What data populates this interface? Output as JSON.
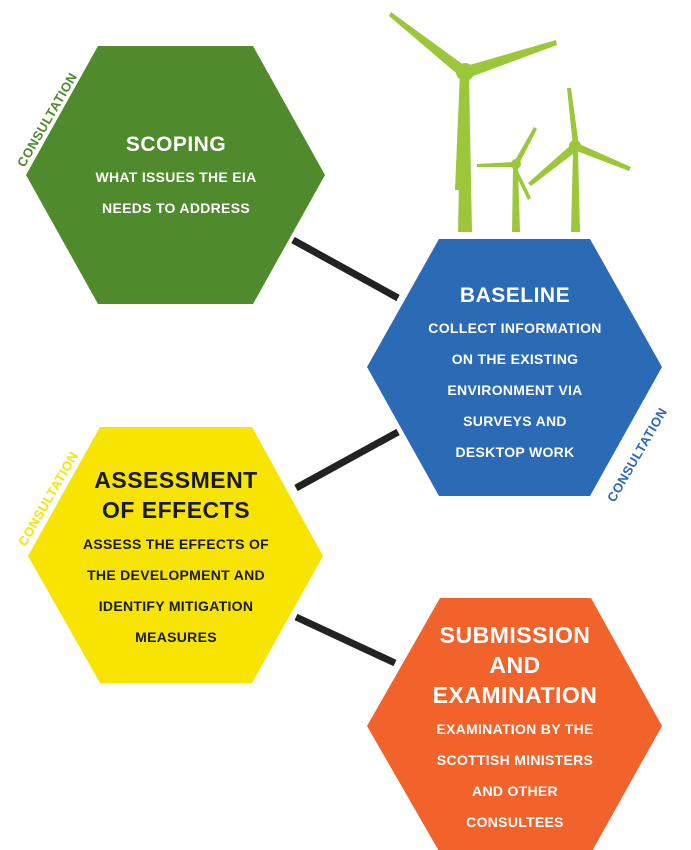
{
  "colors": {
    "scoping": "#4f8a2c",
    "baseline": "#2b6ab4",
    "assessment": "#f7e400",
    "submission": "#f2632b",
    "turbine": "#9cc73b",
    "connector": "#222222",
    "text_light": "#ffffff",
    "text_dark": "#1a1a1a"
  },
  "steps": {
    "scoping": {
      "title": "SCOPING",
      "sub1": "WHAT ISSUES THE EIA",
      "sub2": "NEEDS TO ADDRESS",
      "consultation": "CONSULTATION"
    },
    "baseline": {
      "title": "BASELINE",
      "sub1": "COLLECT INFORMATION",
      "sub2": "ON THE EXISTING",
      "sub3": "ENVIRONMENT VIA",
      "sub4": "SURVEYS AND",
      "sub5": "DESKTOP WORK",
      "consultation": "CONSULTATION"
    },
    "assessment": {
      "title1": "ASSESSMENT",
      "title2": "OF EFFECTS",
      "sub1": "ASSESS THE EFFECTS OF",
      "sub2": "THE DEVELOPMENT AND",
      "sub3": "IDENTIFY MITIGATION",
      "sub4": "MEASURES",
      "consultation": "CONSULTATION"
    },
    "submission": {
      "title1": "SUBMISSION",
      "title2": "AND",
      "title3": "EXAMINATION",
      "sub1": "EXAMINATION BY THE",
      "sub2": "SCOTTISH MINISTERS",
      "sub3": "AND OTHER",
      "sub4": "CONSULTEES"
    }
  }
}
